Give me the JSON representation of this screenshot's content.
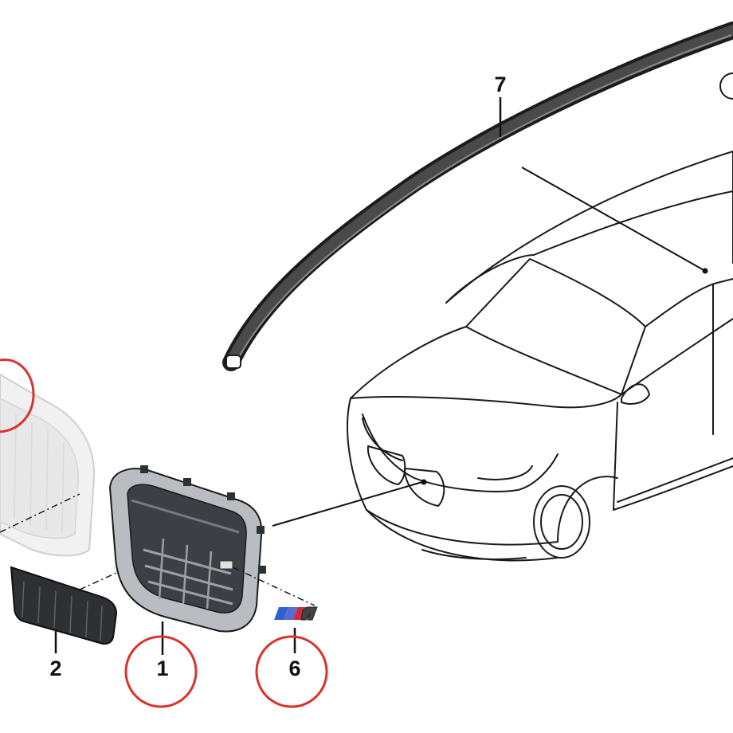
{
  "callouts": {
    "part_1": "1",
    "part_2": "2",
    "part_6": "6",
    "part_7": "7"
  },
  "colors": {
    "highlight_circle": "#d9332a",
    "line_art": "#1a1a1a",
    "faded_part": "#c8c8c8",
    "frame_silver": "#b9bcc0",
    "dark_part": "#3a3d40",
    "badge_blue": "#2f5fd0",
    "badge_red": "#d2283a"
  },
  "icons": [
    "car-outline",
    "kidney-grille-frame",
    "grille-insert",
    "m-badge",
    "roof-molding-strip"
  ]
}
